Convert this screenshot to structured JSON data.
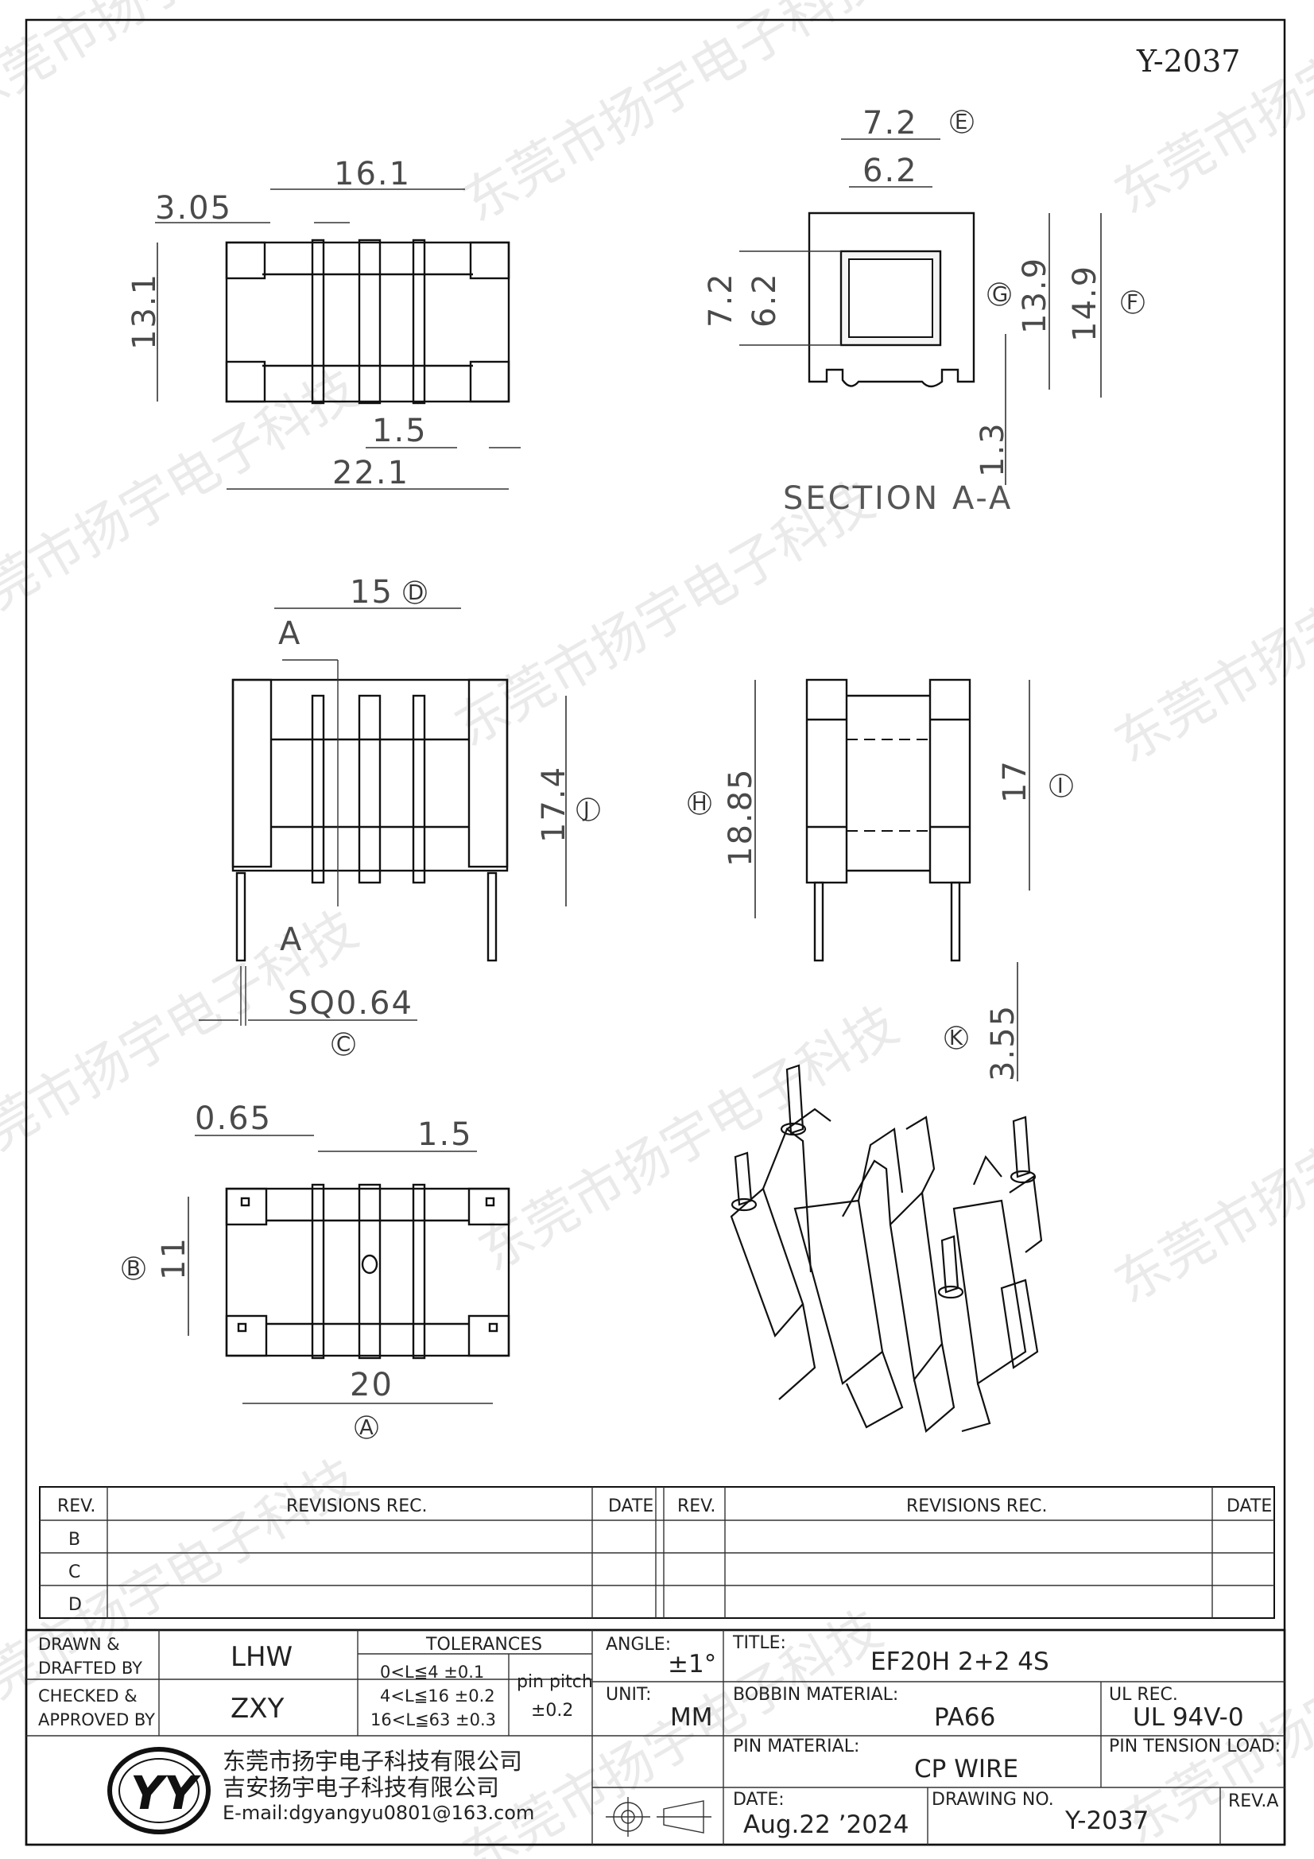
{
  "drawing": {
    "number_top": "Y-2037",
    "section_label": "SECTION A-A",
    "section_marks": [
      "A",
      "A"
    ]
  },
  "dimensions": {
    "top_view": {
      "width_16_1": "16.1",
      "offset_3_05": "3.05",
      "height_13_1": "13.1",
      "pin_1_5": "1.5",
      "total_22_1": "22.1"
    },
    "section": {
      "w_7_2": "7.2",
      "w_6_2": "6.2",
      "h_7_2": "7.2",
      "h_6_2": "6.2",
      "h_13_9": "13.9",
      "h_14_9": "14.9",
      "h_1_3": "1.3"
    },
    "front_view": {
      "w_15": "15",
      "h_17_4": "17.4",
      "pin_sq": "SQ0.64"
    },
    "side_view": {
      "h_18_85": "18.85",
      "h_17": "17",
      "pin_3_55": "3.55"
    },
    "bottom_view": {
      "w_0_65": "0.65",
      "w_1_5": "1.5",
      "h_11": "11",
      "w_20": "20"
    }
  },
  "circle_marks": {
    "A": "A",
    "B": "B",
    "C": "C",
    "D": "D",
    "E": "E",
    "F": "F",
    "G": "G",
    "H": "H",
    "I": "I",
    "J": "J",
    "K": "K"
  },
  "watermark": {
    "text": "东莞市扬宇电子科技"
  },
  "revisions": {
    "headers": {
      "rev": "REV.",
      "rec": "REVISIONS  REC.",
      "date": "DATE"
    },
    "rows": [
      "B",
      "C",
      "D"
    ]
  },
  "title_block": {
    "drawn_label_1": "DRAWN &",
    "drawn_label_2": "DRAFTED BY",
    "drawn_value": "LHW",
    "checked_label_1": "CHECKED &",
    "checked_label_2": "APPROVED BY",
    "checked_value": "ZXY",
    "tolerances_title": "TOLERANCES",
    "tol_1": "0<L≦4   ±0.1",
    "tol_2": "4<L≦16  ±0.2",
    "tol_3": "16<L≦63 ±0.3",
    "pin_pitch_label": "pin  pitch",
    "pin_pitch_value": "±0.2",
    "angle_label": "ANGLE:",
    "angle_value": "±1°",
    "unit_label": "UNIT:",
    "unit_value": "MM",
    "title_label": "TITLE:",
    "title_value": "EF20H  2+2  4S",
    "bobbin_label": "BOBBIN  MATERIAL:",
    "bobbin_value": "PA66",
    "ul_label": "UL  REC.",
    "ul_value": "UL  94V-0",
    "pin_material_label": "PIN  MATERIAL:",
    "pin_material_value": "CP  WIRE",
    "pin_tension_label": "PIN  TENSION  LOAD:",
    "company_1": "东莞市扬宇电子科技有限公司",
    "company_2": "吉安扬宇电子科技有限公司",
    "email": "E-mail:dgyangyu0801@163.com",
    "date_label": "DATE:",
    "date_value": "Aug.22  ’2024",
    "drawing_no_label": "DRAWING  NO.",
    "drawing_no_value": "Y-2037",
    "rev_label": "REV.A",
    "logo_letters": "YY"
  }
}
